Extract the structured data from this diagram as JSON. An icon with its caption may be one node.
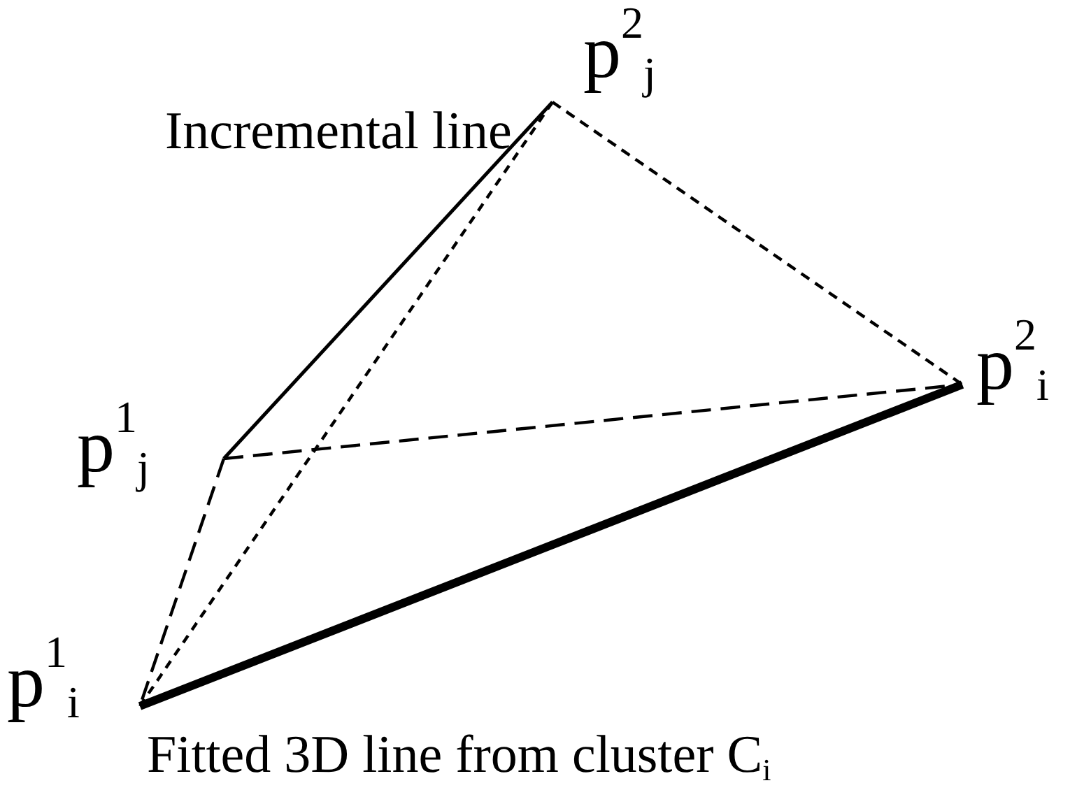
{
  "diagram": {
    "nodes": [
      {
        "text": [
          "p$^{2}$$_{j}$"
        ]
      },
      {
        "text": [
          "p$^{2}$$_{i}$"
        ]
      },
      {
        "text": [
          "p$^{1}$$_{j}$"
        ]
      },
      {
        "text": [
          "p$^{1}$$_{i}$"
        ]
      }
    ],
    "edges": [
      {
        "from": 2,
        "to": 0,
        "arrow": "none",
        "label": "Incremental line"
      },
      {
        "from": 0,
        "to": 1,
        "arrow": "none",
        "style": "dashed"
      },
      {
        "from": 2,
        "to": 1,
        "arrow": "none",
        "style": "dashed"
      },
      {
        "from": 2,
        "to": 3,
        "arrow": "none",
        "style": "dashed"
      },
      {
        "from": 3,
        "to": 0,
        "arrow": "none",
        "style": "dashed"
      },
      {
        "from": 3,
        "to": 1,
        "arrow": "none",
        "style": "thick",
        "label": "Fitted 3D line from cluster C$_{i}$"
      }
    ]
  }
}
